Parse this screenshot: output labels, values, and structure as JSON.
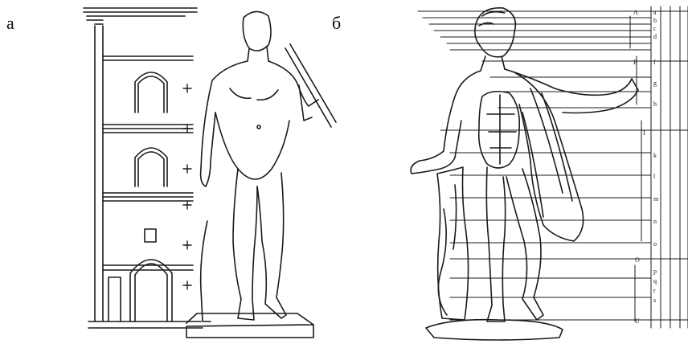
{
  "labels": {
    "a": "а",
    "b": "б"
  },
  "ink_color": "#1a1a1a",
  "paper_color": "#ffffff",
  "panel_a": {
    "subject": "standing nude statue with a staff beside an architectural facade with arched windows",
    "facade_marks": [
      "+",
      "+",
      "+",
      "+",
      "+",
      "+"
    ]
  },
  "panel_b": {
    "subject": "classical statue with cloak over arm, proportion measuring grid on right",
    "grid_row_letters": [
      "A",
      "a",
      "b",
      "c",
      "d",
      "E",
      "f",
      "g",
      "h",
      "I",
      "k",
      "l",
      "m",
      "n",
      "o",
      "O",
      "p",
      "q",
      "r",
      "s",
      "U"
    ]
  }
}
